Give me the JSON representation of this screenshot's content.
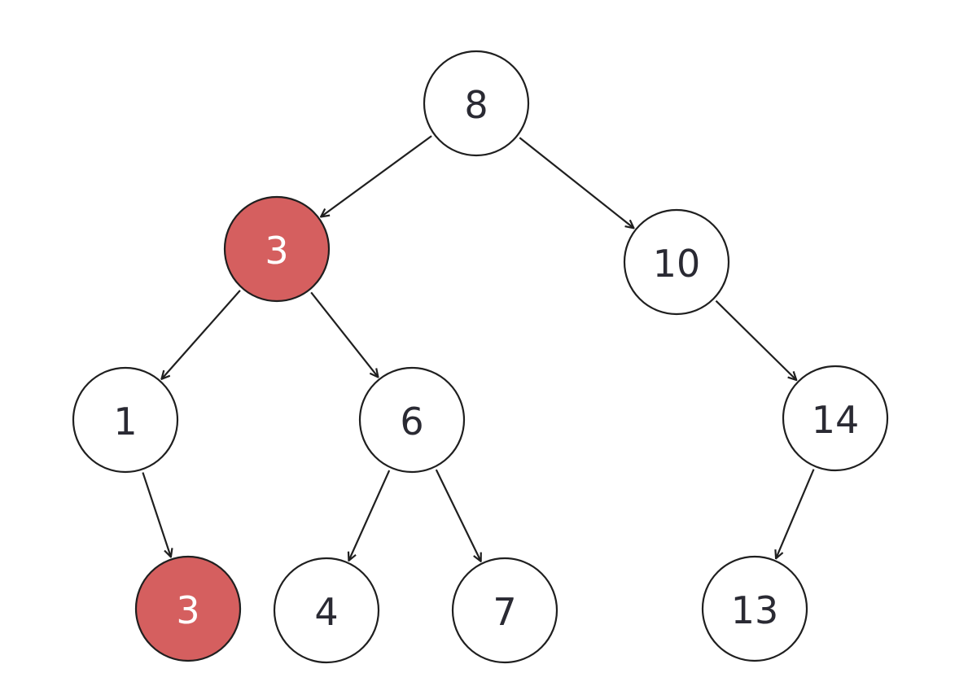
{
  "tree": {
    "highlight_fill": "#d55f5f",
    "normal_fill": "#ffffff",
    "highlight_text_color": "#ffffff",
    "normal_text_color": "#2a2a33",
    "nodes": [
      {
        "id": "n8",
        "label": "8",
        "highlighted": false
      },
      {
        "id": "n3a",
        "label": "3",
        "highlighted": true
      },
      {
        "id": "n10",
        "label": "10",
        "highlighted": false
      },
      {
        "id": "n1",
        "label": "1",
        "highlighted": false
      },
      {
        "id": "n6",
        "label": "6",
        "highlighted": false
      },
      {
        "id": "n14",
        "label": "14",
        "highlighted": false
      },
      {
        "id": "n3b",
        "label": "3",
        "highlighted": true
      },
      {
        "id": "n4",
        "label": "4",
        "highlighted": false
      },
      {
        "id": "n7",
        "label": "7",
        "highlighted": false
      },
      {
        "id": "n13",
        "label": "13",
        "highlighted": false
      }
    ],
    "edges": [
      {
        "from": "n8",
        "to": "n3a"
      },
      {
        "from": "n8",
        "to": "n10"
      },
      {
        "from": "n3a",
        "to": "n1"
      },
      {
        "from": "n3a",
        "to": "n6"
      },
      {
        "from": "n10",
        "to": "n14"
      },
      {
        "from": "n1",
        "to": "n3b"
      },
      {
        "from": "n6",
        "to": "n4"
      },
      {
        "from": "n6",
        "to": "n7"
      },
      {
        "from": "n14",
        "to": "n13"
      }
    ]
  }
}
